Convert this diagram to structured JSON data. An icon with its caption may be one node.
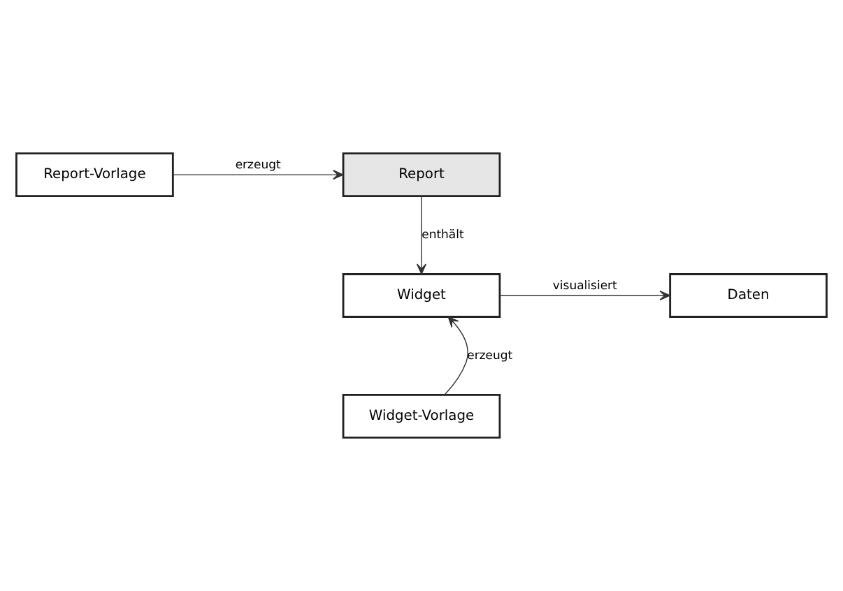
{
  "diagram": {
    "nodes": [
      {
        "text": [
          "Report"
        ]
      },
      {
        "text": [
          "Report-Vorlage"
        ]
      },
      {
        "text": [
          "Widget"
        ]
      },
      {
        "text": [
          "Daten"
        ]
      },
      {
        "text": [
          "Widget-Vorlage"
        ]
      }
    ],
    "edges": [
      {
        "from": 1,
        "to": 0,
        "arrow": "to",
        "label": "erzeugt"
      },
      {
        "from": 0,
        "to": 2,
        "arrow": "to",
        "label": "enthält"
      },
      {
        "from": 2,
        "to": 3,
        "arrow": "to",
        "label": "visualisiert"
      },
      {
        "from": 4,
        "to": 2,
        "arrow": "to",
        "label": "erzeugt"
      }
    ]
  }
}
